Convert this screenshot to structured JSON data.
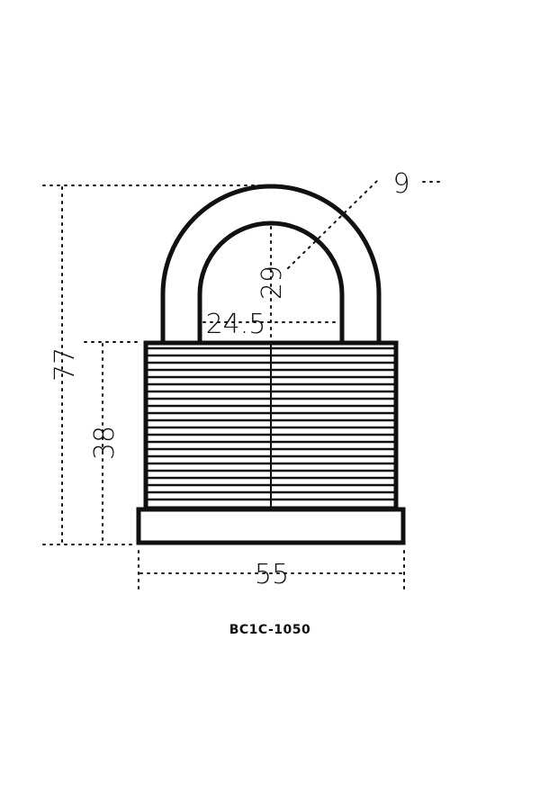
{
  "model": "BC1C-1050",
  "dimensions": {
    "overall_height": "77",
    "body_height": "38",
    "base_width": "55",
    "shackle_inner_width": "24.5",
    "shackle_clearance": "29",
    "shackle_diameter": "9"
  },
  "colors": {
    "line": "#111111",
    "background": "#ffffff"
  }
}
